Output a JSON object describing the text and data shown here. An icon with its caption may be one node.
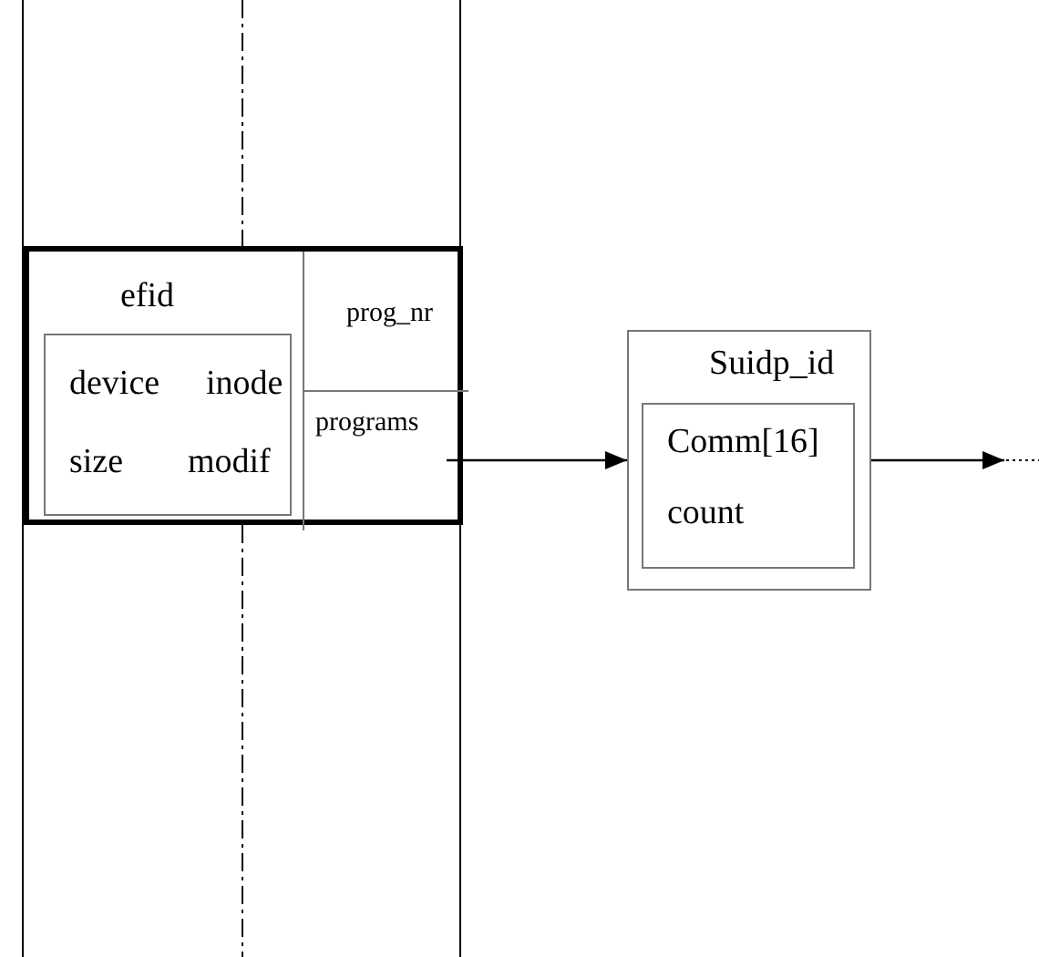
{
  "diagram": {
    "nodes": [
      {
        "text": [],
        "shape": "box"
      },
      {
        "text": [],
        "shape": "box",
        "in": 0
      },
      {
        "text": [
          "efid"
        ],
        "in": 1
      },
      {
        "text": [
          "device",
          "inode",
          "size",
          "modif"
        ],
        "in": 2
      },
      {
        "text": [
          "prog_nr"
        ],
        "in": 1
      },
      {
        "text": [
          "programs"
        ],
        "in": 1
      },
      {
        "text": [
          "Suidp_id"
        ]
      },
      {
        "text": [
          "Comm[16]",
          "count"
        ],
        "in": 6
      }
    ],
    "edges": [
      {
        "from": 5,
        "to": 6,
        "arrow": "to"
      },
      {
        "from": 6,
        "to": null,
        "arrow": "to"
      }
    ]
  }
}
